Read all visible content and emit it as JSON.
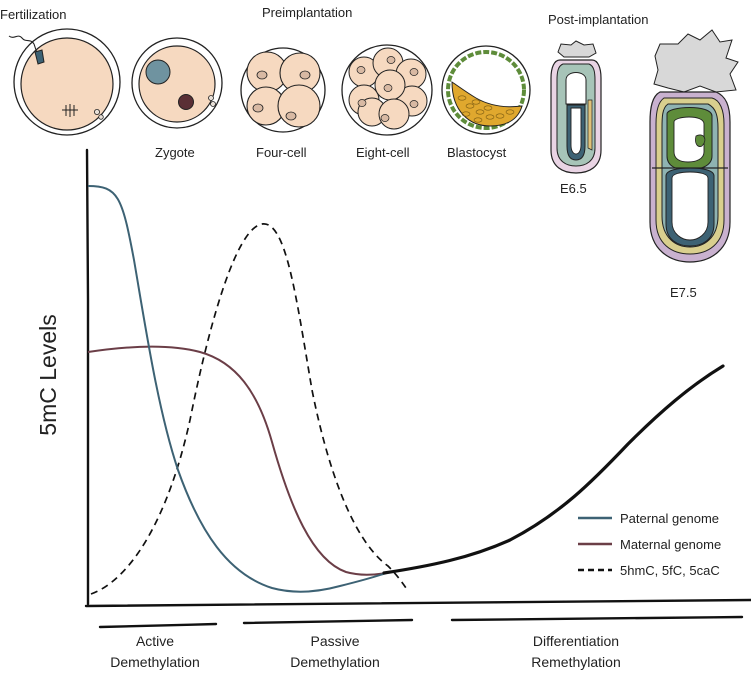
{
  "stages": {
    "fertilization": "Fertilization",
    "preimplantation": "Preimplantation",
    "post_implantation": "Post-implantation"
  },
  "embryos": {
    "zygote": "Zygote",
    "four_cell": "Four-cell",
    "eight_cell": "Eight-cell",
    "blastocyst": "Blastocyst",
    "e6_5": "E6.5",
    "e7_5": "E7.5"
  },
  "axis": {
    "ylabel": "5mC Levels"
  },
  "legend": {
    "paternal": "Paternal genome",
    "maternal": "Maternal genome",
    "oxidized": "5hmC, 5fC, 5caC"
  },
  "phases": {
    "active_1": "Active",
    "active_2": "Demethylation",
    "passive_1": "Passive",
    "passive_2": "Demethylation",
    "diff_1": "Differentiation",
    "diff_2": "Remethylation"
  },
  "colors": {
    "paternal": "#3d6274",
    "maternal": "#6b3e47",
    "oxidized": "#111111",
    "remethylation": "#111111",
    "cell_fill": "#f6d9c0",
    "nucleus_blue": "#6f93a0",
    "epiblast_green": "#5e8c3a",
    "icm_yellow": "#e0a82e",
    "ectoplacental_grey": "#d8d8d8"
  }
}
